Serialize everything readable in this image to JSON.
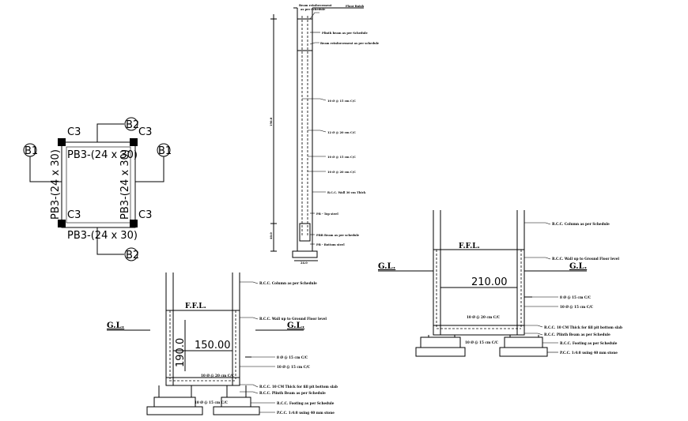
{
  "plan": {
    "corner_label": "C3",
    "beam_label": "PB3-(24 x 30)",
    "grid_top": "B2",
    "grid_bottom": "B2",
    "grid_left": "B1",
    "grid_right": "B1"
  },
  "tall_section": {
    "top_a": "Beam reinforcement",
    "top_b": "as per schedule",
    "top_slab": "Floor finish",
    "plinth": "Plinth beam as per Schedule",
    "reinf": "Beam reinforcement as per schedule",
    "bar1": "10 Ø @ 15 cm C/C",
    "bar2": "12 Ø @ 20 cm C/C",
    "bar3": "10 Ø @ 15 cm C/C",
    "bar4": "10 Ø @ 20 cm C/C",
    "wall": "R.C.C. Wall 30 cm Thick",
    "topsteel": "PB - Top steel",
    "plinthbeam": "PBB Beam as per schedule",
    "bottomsteel": "PB - Bottom steel",
    "dim_upper": "190.0",
    "dim_lower": "40.0",
    "dim_base": "24.0"
  },
  "section_left": {
    "ffl": "F.F.L.",
    "gl_left": "G.L.",
    "gl_right": "G.L.",
    "width": "150.00",
    "height": "190.0",
    "n1": "R.C.C. Column as per Schedule",
    "n2": "R.C.C. Wall up to Ground Floor level",
    "n3": "8 Ø @ 15 cm C/C",
    "n4": "10 Ø @ 15 cm C/C",
    "n5": "R.C.C. 10 CM Thick for fill pit bottom slab",
    "n6": "R.C.C. Plinth Beam as per Schedule",
    "n7": "R.C.C. Footing as per Schedule",
    "n8": "P.C.C. 1:4:8 using 40 mm stone",
    "bars_a": "10 Ø @ 20 cm C/C",
    "bars_b": "10 Ø @ 15 cm C/C"
  },
  "section_right": {
    "ffl": "F.F.L.",
    "gl_left": "G.L.",
    "gl_right": "G.L.",
    "width": "210.00",
    "n1": "R.C.C. Column as per Schedule",
    "n2": "R.C.C. Wall up to Ground Floor level",
    "n3": "8 Ø @ 15 cm C/C",
    "n4": "10 Ø @ 15 cm C/C",
    "n5": "R.C.C. 10 CM Thick for fill pit bottom slab",
    "n6": "R.C.C. Plinth Beam as per Schedule",
    "n7": "R.C.C. Footing as per Schedule",
    "n8": "P.C.C. 1:4:8 using 40 mm stone",
    "bars_a": "10 Ø @ 20 cm C/C",
    "bars_b": "10 Ø @ 15 cm C/C"
  }
}
